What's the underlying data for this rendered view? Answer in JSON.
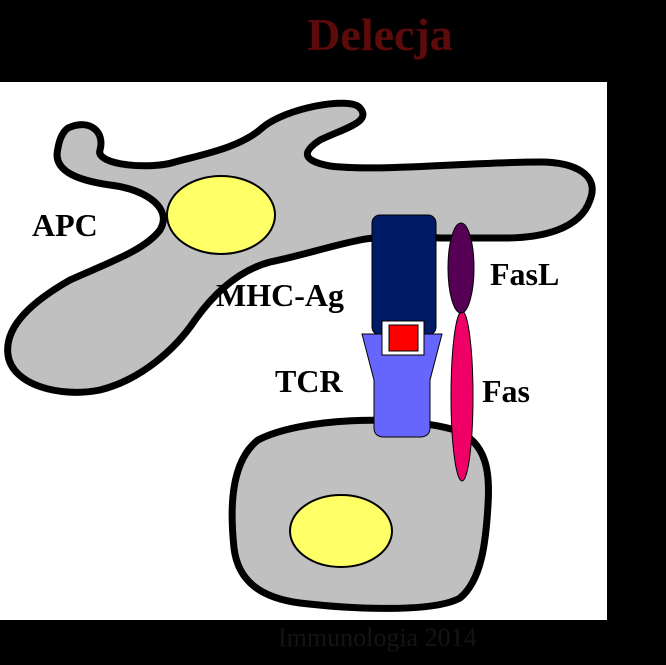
{
  "title": "Delecja",
  "labels": {
    "apc": "APC",
    "mhc_ag": "MHC-Ag",
    "tcr": "TCR",
    "fasl": "FasL",
    "fas": "Fas"
  },
  "footer": "Immunologia 2014",
  "colors": {
    "title": "#5c0a0a",
    "cell_fill": "#c0c0c0",
    "nucleus": "#ffff66",
    "mhc": "#001a66",
    "antigen": "#ff0000",
    "tcr": "#6666ff",
    "fasl": "#550055",
    "fas": "#ee0066"
  }
}
